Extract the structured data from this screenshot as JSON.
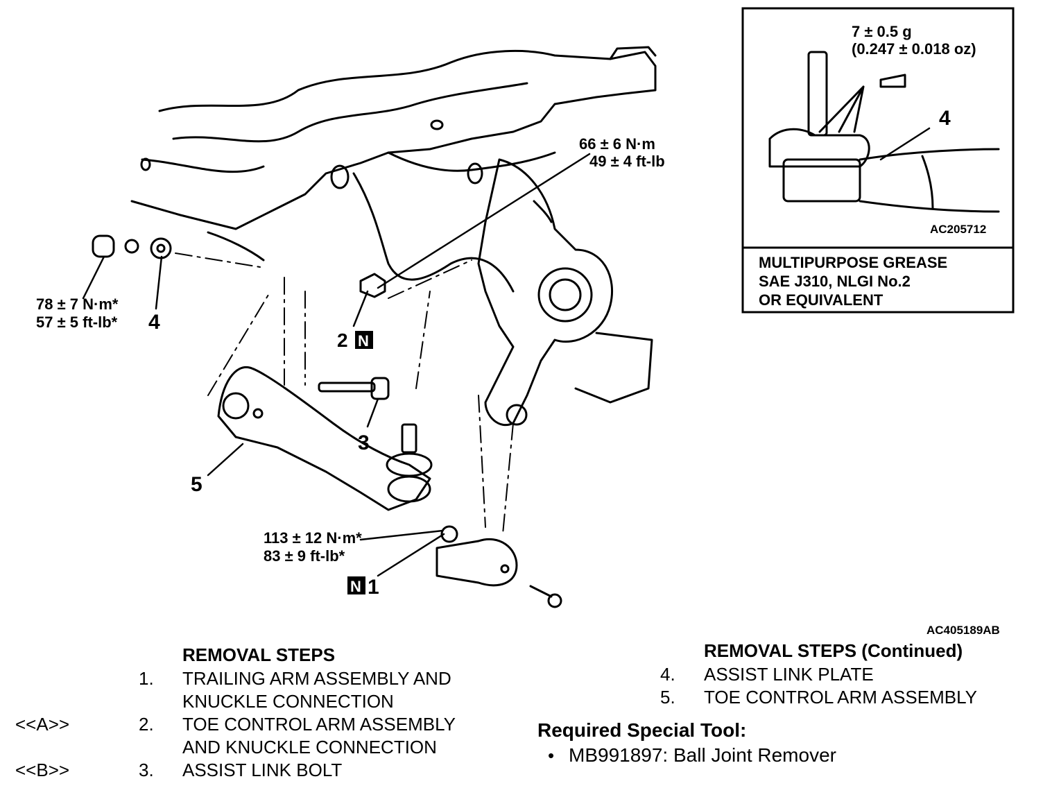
{
  "diagram": {
    "figure_id": "AC405189AB",
    "torques": {
      "t78": {
        "nm": "78 ± 7 N·m*",
        "ftlb": "57 ± 5 ft-lb*"
      },
      "t66": {
        "nm": "66 ± 6 N·m",
        "ftlb": "49 ± 4 ft-lb"
      },
      "t113": {
        "nm": "113 ± 12 N·m*",
        "ftlb": "83 ± 9 ft-lb*"
      }
    },
    "callouts": {
      "c1": "1",
      "c2": "2",
      "c3": "3",
      "c4": "4",
      "c5": "5",
      "n_badge": "N"
    }
  },
  "inset": {
    "amount_line1": "7 ± 0.5 g",
    "amount_line2": "(0.247 ± 0.018 oz)",
    "callout": "4",
    "figure_id": "AC205712",
    "grease_lines": [
      "MULTIPURPOSE GREASE",
      "SAE J310, NLGI No.2",
      "OR EQUIVALENT"
    ]
  },
  "removal_steps": {
    "title": "REMOVAL STEPS",
    "steps": [
      {
        "ref": "",
        "num": "1.",
        "lines": [
          "TRAILING ARM ASSEMBLY AND",
          "KNUCKLE CONNECTION"
        ]
      },
      {
        "ref": "<<A>>",
        "num": "2.",
        "lines": [
          "TOE CONTROL ARM ASSEMBLY",
          "AND KNUCKLE CONNECTION"
        ]
      },
      {
        "ref": "<<B>>",
        "num": "3.",
        "lines": [
          "ASSIST LINK BOLT"
        ]
      }
    ]
  },
  "removal_steps_continued": {
    "title": "REMOVAL STEPS (Continued)",
    "steps": [
      {
        "num": "4.",
        "label": "ASSIST LINK PLATE"
      },
      {
        "num": "5.",
        "label": "TOE CONTROL ARM ASSEMBLY"
      }
    ]
  },
  "special_tool": {
    "title": "Required Special Tool:",
    "bullet": "•",
    "item": "MB991897: Ball Joint Remover"
  }
}
